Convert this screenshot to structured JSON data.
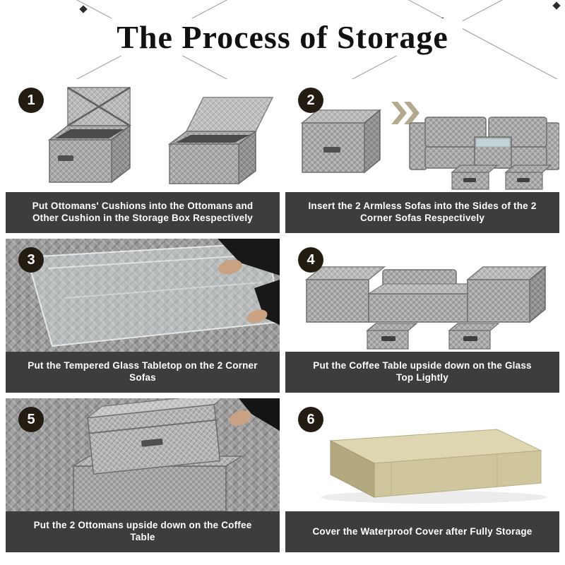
{
  "title": "The Process of Storage",
  "steps": [
    {
      "number": "1",
      "caption": "Put Ottomans' Cushions into the Ottomans and Other Cushion in the Storage Box Respectively"
    },
    {
      "number": "2",
      "caption": "Insert the 2 Armless Sofas into the Sides of the 2 Corner Sofas Respectively"
    },
    {
      "number": "3",
      "caption": "Put the Tempered Glass Tabletop on the 2 Corner Sofas"
    },
    {
      "number": "4",
      "caption": "Put the Coffee Table upside down on the Glass Top Lightly"
    },
    {
      "number": "5",
      "caption": "Put the 2 Ottomans upside down on the Coffee Table"
    },
    {
      "number": "6",
      "caption": "Cover the Waterproof Cover after Fully Storage"
    }
  ],
  "colors": {
    "caption_background": "#3d3d3d",
    "badge_background": "#221c13",
    "wicker_gray": "#9e9e9e",
    "cover_beige": "#cfc69e",
    "glass_teal": "#c3d2d4",
    "arrow_gold": "#b3a98c"
  },
  "icons": {
    "step1": "open-storage-boxes-icon",
    "step2": "box-arrow-sofa-set-icon",
    "step3": "glass-tabletop-hands-icon",
    "step4": "assembled-set-ottomans-icon",
    "step5": "stacked-ottomans-hand-icon",
    "step6": "waterproof-cover-icon"
  }
}
